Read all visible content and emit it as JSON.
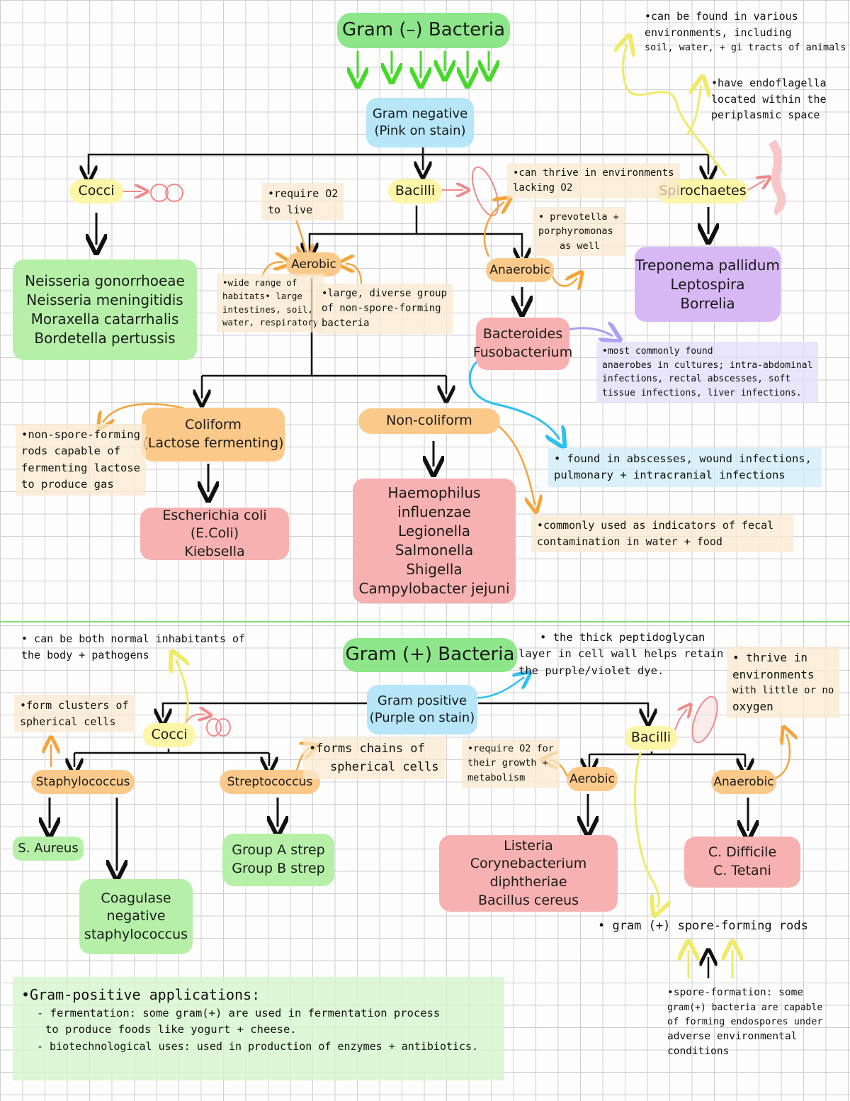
{
  "neg": {
    "title": "Gram (–) Bacteria",
    "stain": [
      "Gram negative",
      "(Pink on stain)"
    ],
    "cocci": "Cocci",
    "bacilli": "Bacilli",
    "spiro": "Spirochaetes",
    "aerobic": "Aerobic",
    "anaerobic": "Anaerobic",
    "coliform": [
      "Coliform",
      "(Lactose fermenting)"
    ],
    "noncoliform": "Non-coliform",
    "cocci_list": [
      "Neisseria gonorrhoeae",
      "Neisseria meningitidis",
      "Moraxella catarrhalis",
      "Bordetella pertussis"
    ],
    "spiro_list": [
      "Treponema pallidum",
      "Leptospira",
      "Borrelia"
    ],
    "anaerobe_list": [
      "Bacteroides",
      "Fusobacterium"
    ],
    "coliform_list": [
      "Escherichia coli (E.Coli)",
      "Kiebsella"
    ],
    "noncoliform_list": [
      "Haemophilus influenzae",
      "Legionella",
      "Salmonella",
      "Shigella",
      "Campylobacter jejuni"
    ],
    "note_env": [
      "•can be found in various",
      "environments, including",
      "soil, water, + gi tracts of animals"
    ],
    "note_endo": [
      "•have endoflagella",
      "located within the",
      "periplasmic space"
    ],
    "note_o2": [
      "•require O2",
      "to live"
    ],
    "note_anaer": [
      "•can thrive in environments",
      "lacking O2"
    ],
    "note_prev": [
      "• prevotella +",
      "porphyromonas",
      "as well"
    ],
    "note_habitat": [
      "•wide range of",
      "habitats• large",
      "intestines, soil,",
      "water, respiratory"
    ],
    "note_large": [
      "•large, diverse group",
      "of non-spore-forming",
      "bacteria"
    ],
    "note_common": [
      "•most commonly found",
      "anaerobes in cultures; intra-abdominal",
      "infections, rectal abscesses, soft",
      "tissue infections, liver infections."
    ],
    "note_abscess": [
      "• found in abscesses, wound infections,",
      "pulmonary + intracranial infections"
    ],
    "note_nonspore": [
      "•non-spore-forming",
      "rods capable of",
      "fermenting lactose",
      "to produce gas"
    ],
    "note_fecal": [
      "•commonly used as indicators of fecal",
      "contamination in water + food"
    ]
  },
  "pos": {
    "title": "Gram (+) Bacteria",
    "stain": [
      "Gram positive",
      "(Purple on stain)"
    ],
    "cocci": "Cocci",
    "bacilli": "Bacilli",
    "staph": "Staphylococcus",
    "strep": "Streptococcus",
    "aerobic": "Aerobic",
    "anaerobic": "Anaerobic",
    "aureus": "S. Aureus",
    "coag": [
      "Coagulase",
      "negative",
      "staphylococcus"
    ],
    "strep_list": [
      "Group A strep",
      "Group B strep"
    ],
    "aerobic_list": [
      "Listeria",
      "Corynebacterium diphtheriae",
      "Bacillus cereus"
    ],
    "anaerobic_list": [
      "C. Difficile",
      "C. Tetani"
    ],
    "note_normal": [
      "• can be both normal inhabitants of",
      "the body + pathogens"
    ],
    "note_clusters": [
      "•form clusters of",
      "spherical cells"
    ],
    "note_chains": [
      "•forms chains of",
      "spherical cells"
    ],
    "note_peptido": [
      "• the thick peptidoglycan",
      "layer in cell wall helps retain",
      "the purple/violet dye."
    ],
    "note_thrive": [
      "• thrive in",
      "environments",
      "with little or no",
      "oxygen"
    ],
    "note_o2": [
      "•require O2 for",
      "their growth +",
      "metabolism"
    ],
    "note_spore": "• gram (+) spore-forming rods",
    "note_sporeform": [
      "•spore-formation: some",
      "gram(+) bacteria are capable",
      "of forming endospores under",
      "adverse environmental",
      "conditions"
    ],
    "applications": [
      "•Gram-positive applications:",
      "- fermentation: some gram(+) are used in fermentation process",
      "to produce foods like yogurt + cheese.",
      "- biotechnological uses: used in production of enzymes + antibiotics."
    ]
  }
}
